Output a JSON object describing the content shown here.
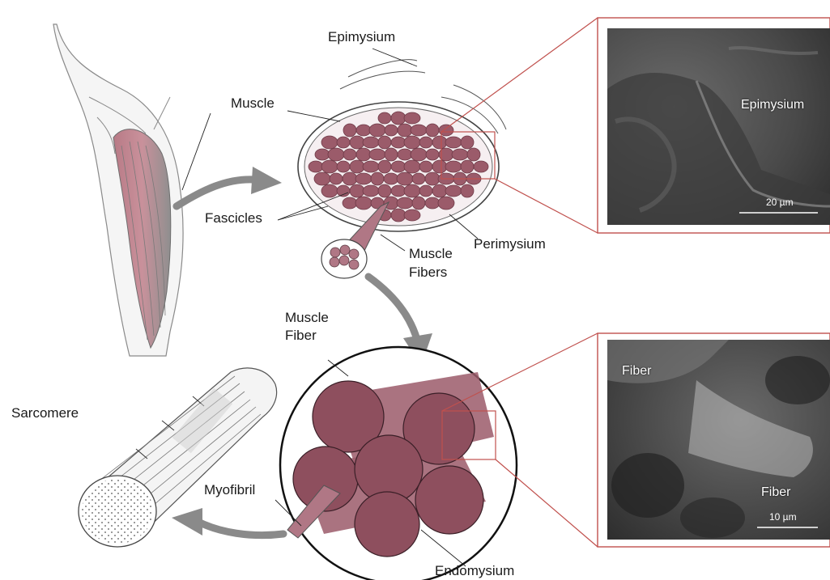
{
  "labels": {
    "epimysium": "Epimysium",
    "muscle": "Muscle",
    "fascicles": "Fascicles",
    "perimysium": "Perimysium",
    "muscle_fibers_line1": "Muscle",
    "muscle_fibers_line2": "Fibers",
    "muscle_fiber_line1": "Muscle",
    "muscle_fiber_line2": "Fiber",
    "sarcomere": "Sarcomere",
    "myofibril": "Myofibril",
    "endomysium": "Endomysium"
  },
  "micrographs": {
    "top": {
      "label": "Epimysium",
      "scale": "20 µm"
    },
    "bottom": {
      "label_a": "Fiber",
      "label_b": "Fiber",
      "scale": "10 µm"
    }
  },
  "colors": {
    "fiber_fill": "#9b5b6a",
    "fiber_dark": "#6e3a47",
    "zoom_line": "#c0504d",
    "arrow": "#8a8a8a",
    "sem_bg": "#3c3c3c"
  }
}
